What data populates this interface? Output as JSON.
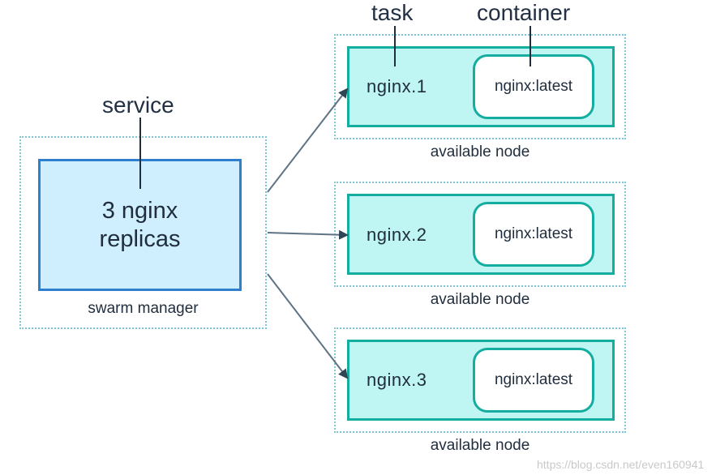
{
  "labels": {
    "service": "service",
    "task": "task",
    "container": "container"
  },
  "manager": {
    "replicas_line1": "3 nginx",
    "replicas_line2": "replicas",
    "caption": "swarm manager"
  },
  "nodes": [
    {
      "task": "nginx.1",
      "container": "nginx:latest",
      "caption": "available node"
    },
    {
      "task": "nginx.2",
      "container": "nginx:latest",
      "caption": "available node"
    },
    {
      "task": "nginx.3",
      "container": "nginx:latest",
      "caption": "available node"
    }
  ],
  "watermark": "https://blog.csdn.net/even160941",
  "colors": {
    "manager_fill": "#cfeefe",
    "manager_border": "#2f7fcf",
    "task_fill": "#bff5f3",
    "task_border": "#15ad9f",
    "dotted_border": "#7cc7d6",
    "arrow": "#5e7384"
  }
}
